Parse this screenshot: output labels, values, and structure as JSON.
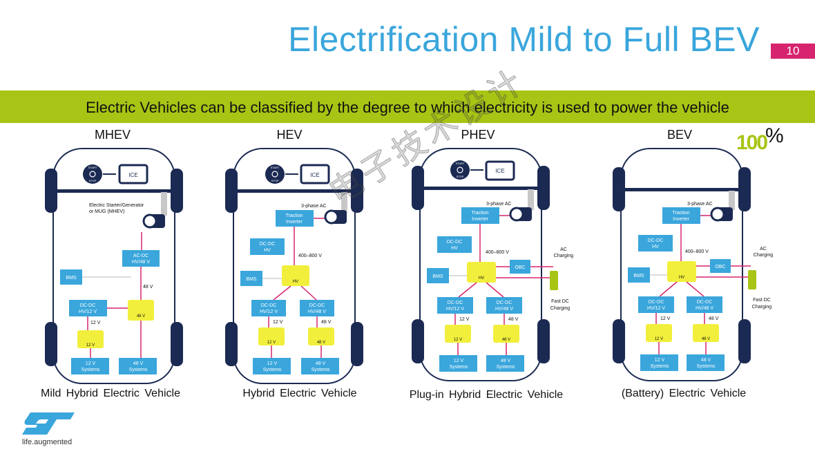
{
  "slide": {
    "title": "Electrification Mild to Full BEV",
    "page_number": "10",
    "banner_text": "Electric Vehicles can be classified by the degree to which electricity is used to power the vehicle",
    "hundred_value": "100",
    "percent_sign": "%",
    "watermark": "电子技术设计",
    "logo_tagline": "life.augmented"
  },
  "vehicles": [
    {
      "abbr": "MHEV",
      "caption": "Mild Hybrid Electric Vehicle"
    },
    {
      "abbr": "HEV",
      "caption": "Hybrid Electric Vehicle"
    },
    {
      "abbr": "PHEV",
      "caption": "Plug-in Hybrid Electric Vehicle"
    },
    {
      "abbr": "BEV",
      "caption": "(Battery) Electric Vehicle"
    }
  ],
  "diagram_labels": {
    "start": "START",
    "stop": "STOP",
    "ice": "ICE",
    "starter": "Electric Starter/Generator",
    "starter2": "or MUG (MHEV)",
    "acdc1": "AC-DC",
    "acdc2": "HV/48 V",
    "bms": "BMS",
    "dcdc": "DC-DC",
    "hv12": "HV/12 V",
    "hv48": "HV/48 V",
    "hv": "HV",
    "v12": "12 V",
    "v48": "48 V",
    "sys": "Systems",
    "traction1": "Traction",
    "traction2": "Inverter",
    "phase": "3-phase AC",
    "range": "400–800 V",
    "obc": "OBC",
    "ac_charging1": "AC",
    "ac_charging2": "Charging",
    "fast1": "Fast DC",
    "fast2": "Charging"
  },
  "colors": {
    "title": "#3aa6dc",
    "banner": "#a8c414",
    "box": "#3aa6dc",
    "battery": "#f2ef3c",
    "arrow": "#d6246e",
    "car_outline": "#1b2a52",
    "page_badge": "#d6246e"
  }
}
